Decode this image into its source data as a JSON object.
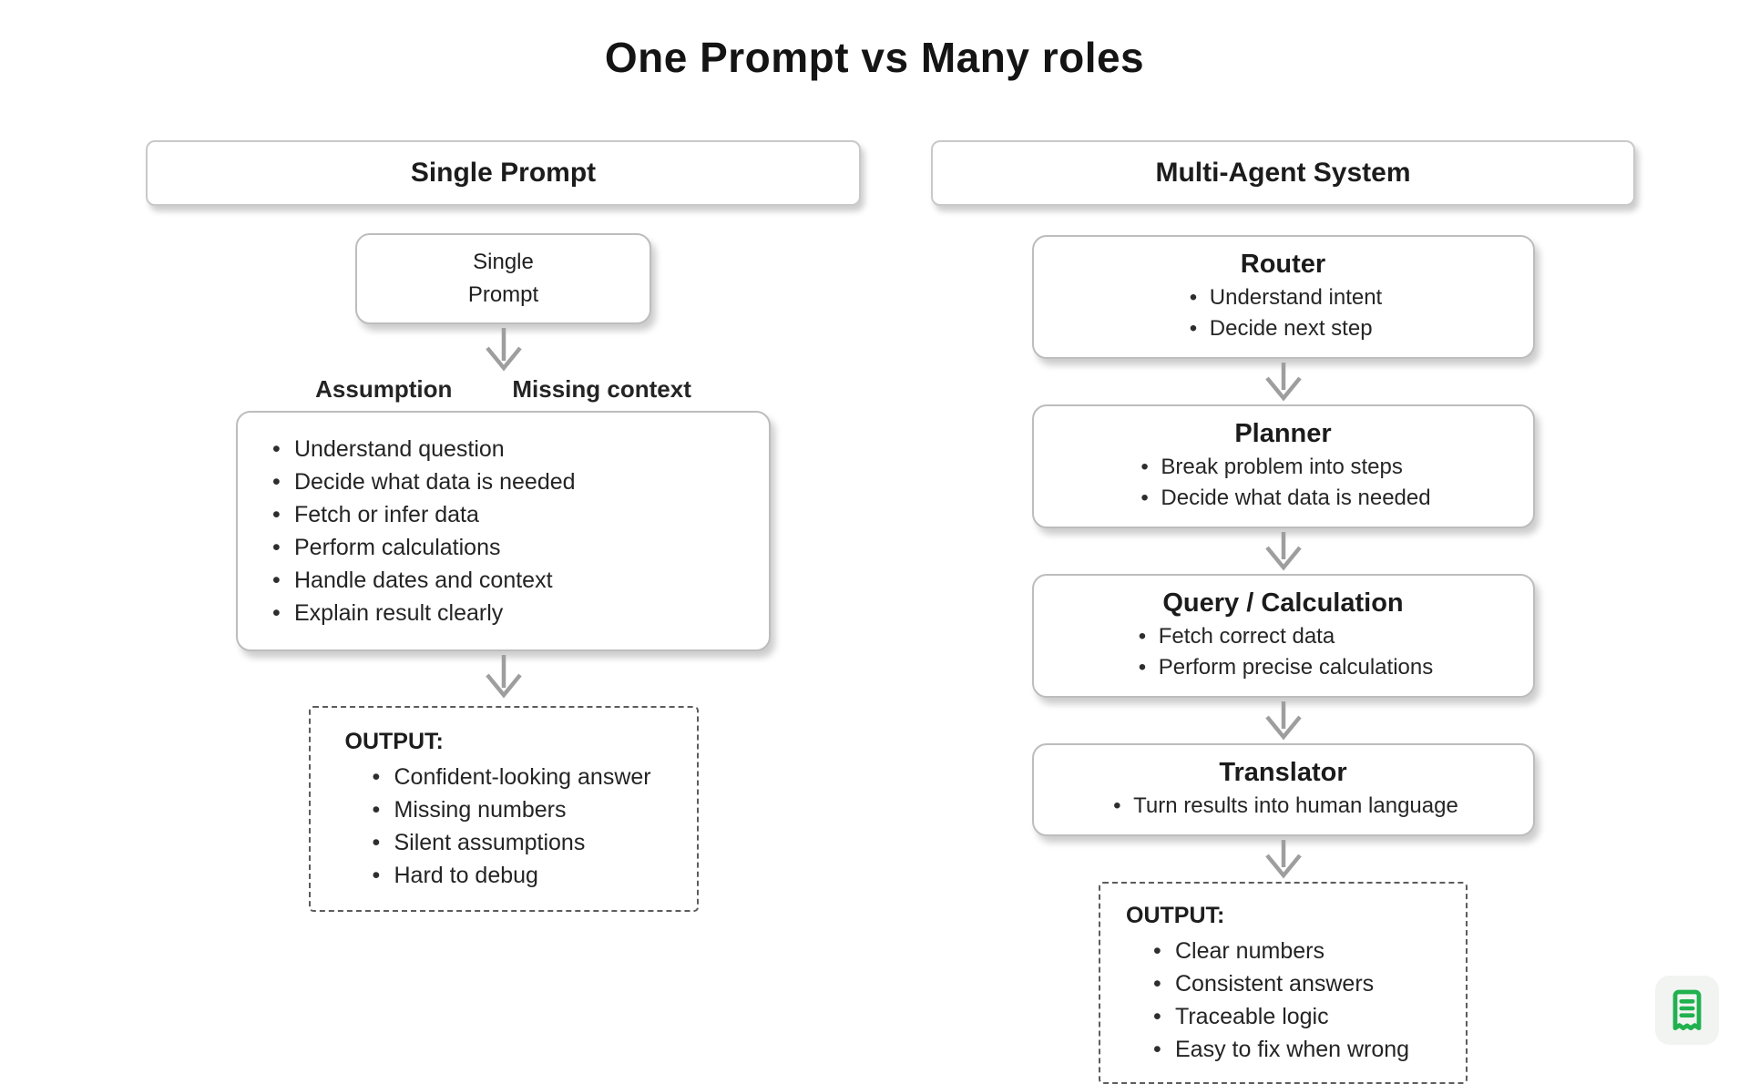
{
  "title": "One Prompt vs Many roles",
  "colors": {
    "accent_green": "#21b14e",
    "arrow_gray": "#9e9e9e",
    "box_border": "#bdbdbd",
    "dashed_border": "#5c5c5c"
  },
  "icons": {
    "arrow": "arrow-down-icon",
    "watermark": "receipt-notes-icon"
  },
  "single": {
    "header": "Single Prompt",
    "node_line1": "Single",
    "node_line2": "Prompt",
    "label_left": "Assumption",
    "label_right": "Missing context",
    "process_items": [
      "Understand question",
      "Decide what data is needed",
      "Fetch or infer data",
      "Perform calculations",
      "Handle dates and context",
      "Explain result clearly"
    ],
    "output_title": "OUTPUT:",
    "output_items": [
      "Confident-looking answer",
      "Missing numbers",
      "Silent assumptions",
      "Hard to debug"
    ]
  },
  "multi": {
    "header": "Multi-Agent System",
    "agents": [
      {
        "title": "Router",
        "items": [
          "Understand intent",
          "Decide next step"
        ]
      },
      {
        "title": "Planner",
        "items": [
          "Break problem into steps",
          "Decide what data is needed"
        ]
      },
      {
        "title": "Query / Calculation",
        "items": [
          "Fetch correct data",
          "Perform precise calculations"
        ]
      },
      {
        "title": "Translator",
        "items": [
          "Turn results into human language"
        ]
      }
    ],
    "output_title": "OUTPUT:",
    "output_items": [
      "Clear numbers",
      "Consistent answers",
      "Traceable logic",
      "Easy to fix when wrong"
    ]
  }
}
